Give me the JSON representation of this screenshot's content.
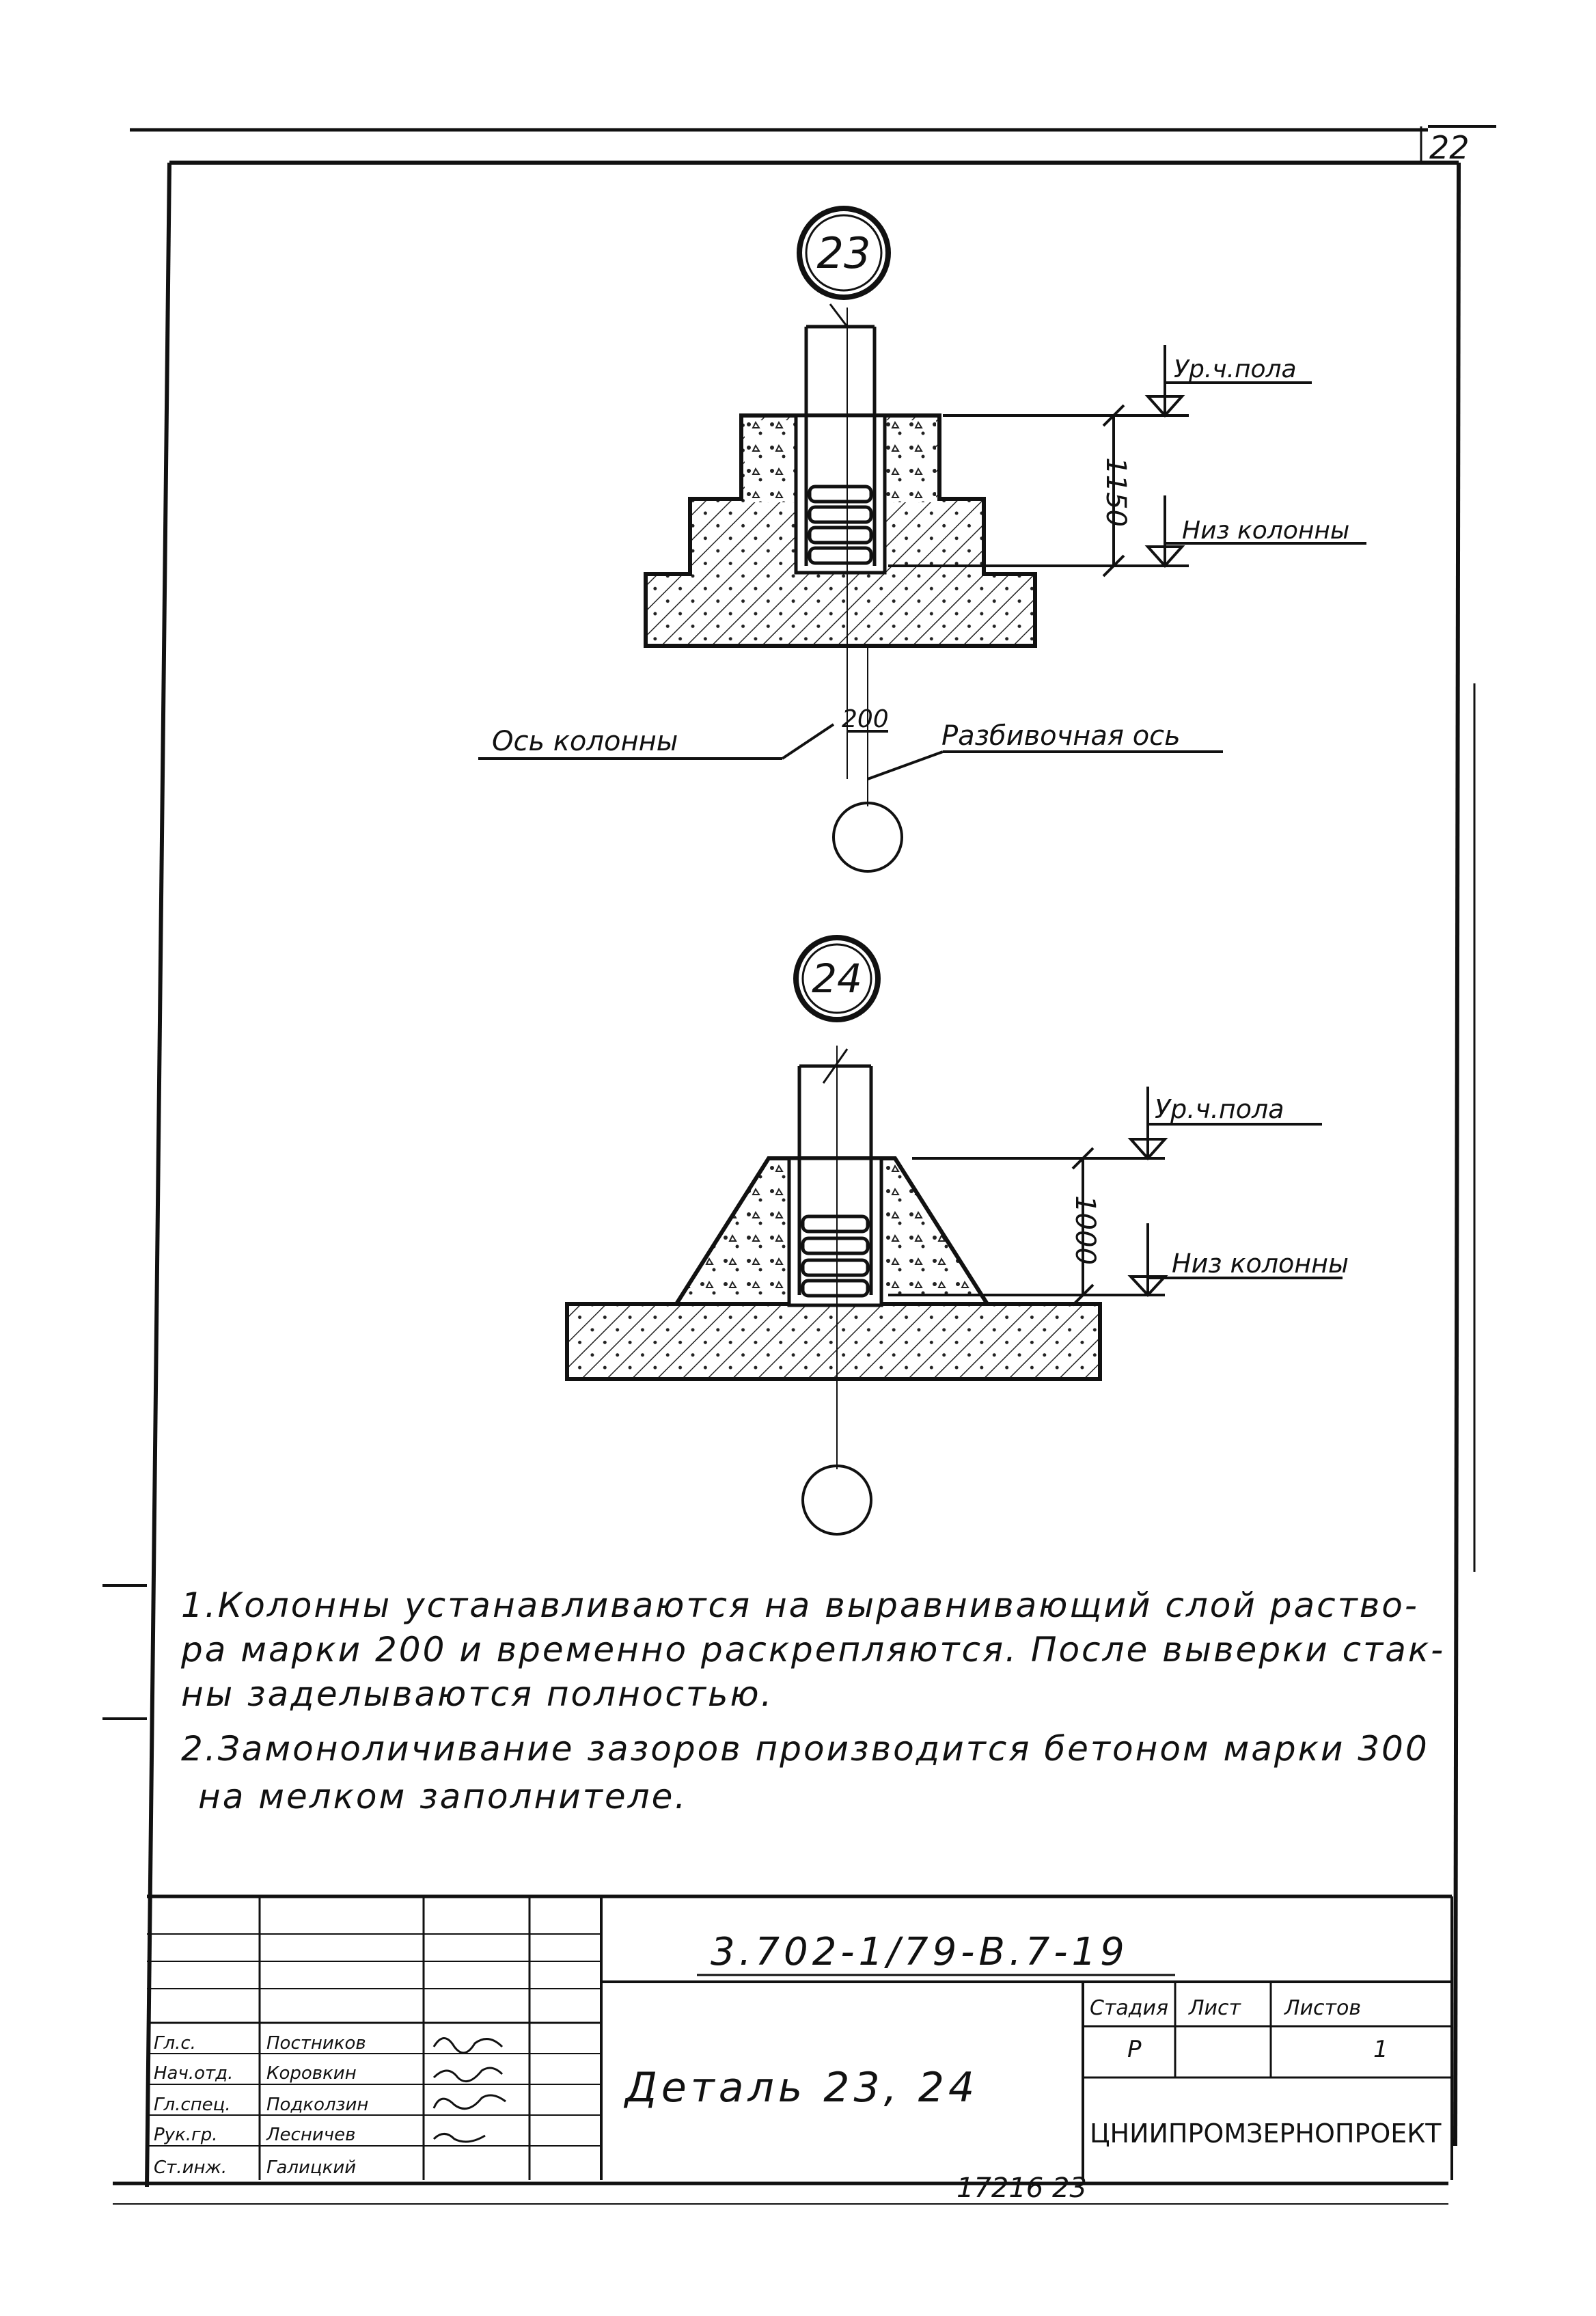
{
  "sheet": {
    "page_number": "22",
    "bottom_stamp": "17216   23"
  },
  "detail_23": {
    "number": "23",
    "floor_level": "Ур.ч.пола",
    "column_bottom": "Низ колонны",
    "depth": "1150",
    "column_axis": "Ось колонны",
    "offset": "200",
    "layout_axis": "Разбивочная ось"
  },
  "detail_24": {
    "number": "24",
    "floor_level": "Ур.ч.пола",
    "column_bottom": "Низ колонны",
    "depth": "1000"
  },
  "notes": [
    "1.Колонны устанавливаются на выравнивающий слой раство-",
    "ра марки 200 и временно раскрепляются. После выверки стак-",
    "ны заделываются полностью.",
    "2.Замоноличивание зазоров производится бетоном марки 300",
    "на мелком заполнителе."
  ],
  "title_block": {
    "doc_code": "3.702-1/79-В.7-19",
    "title": "Деталь  23, 24",
    "stage_header": "Стадия",
    "sheet_header": "Лист",
    "sheets_header": "Листов",
    "stage": "Р",
    "sheet": "1",
    "organization": "ЦНИИПРОМЗЕРНОПРОЕКТ",
    "roles": [
      "Гл.с.",
      "Нач.отд.",
      "Гл.спец.",
      "Рук.гр.",
      "Ст.инж."
    ],
    "names": [
      "Постников",
      "Коровкин",
      "Подколзин",
      "Лесничев",
      "Галицкий"
    ]
  }
}
